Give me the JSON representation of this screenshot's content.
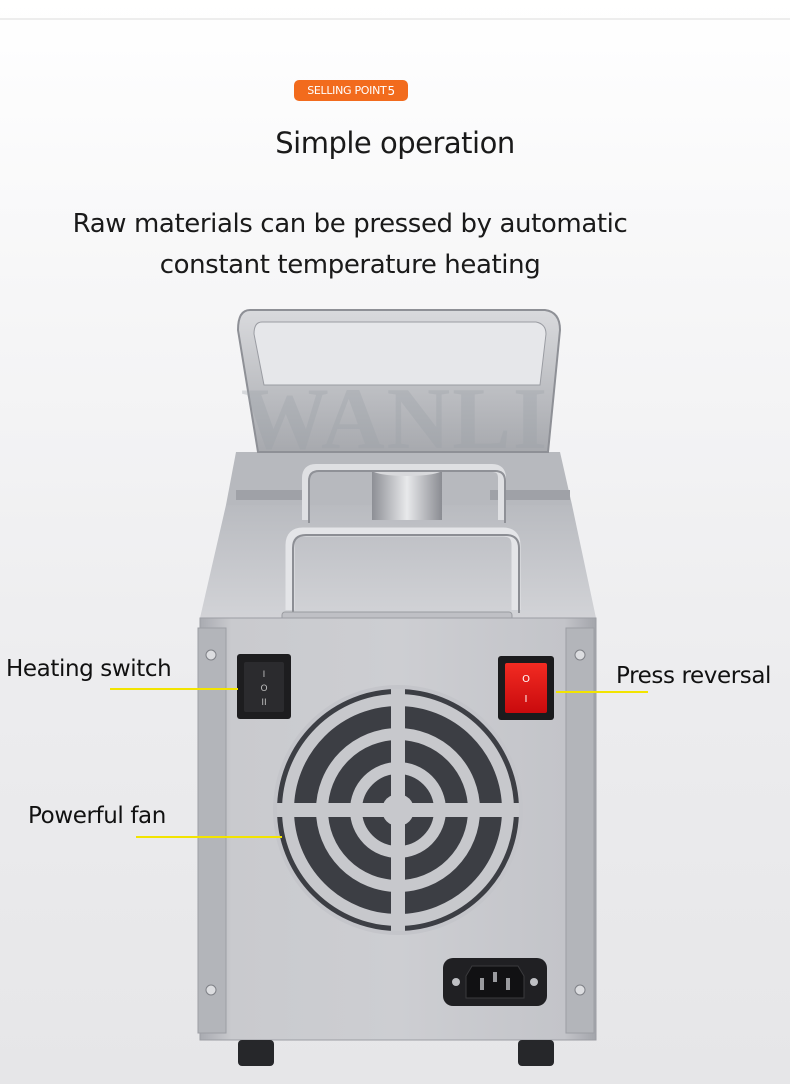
{
  "badge": {
    "text": "SELLING POINT",
    "number": "5"
  },
  "title": "Simple operation",
  "subtitle": "Raw materials can be pressed by automatic constant temperature heating",
  "watermark": "WANLI",
  "callouts": {
    "heating_switch": "Heating switch",
    "press_reversal": "Press reversal",
    "powerful_fan": "Powerful fan"
  },
  "switch_marks": {
    "heating": [
      "I",
      "O",
      "II"
    ],
    "reversal": [
      "O",
      "I"
    ]
  },
  "colors": {
    "badge": "#f26b1d",
    "leader_line": "#f2e400",
    "stainless_steel": "#c4c5ca",
    "rocker_red": "#e10d10"
  }
}
